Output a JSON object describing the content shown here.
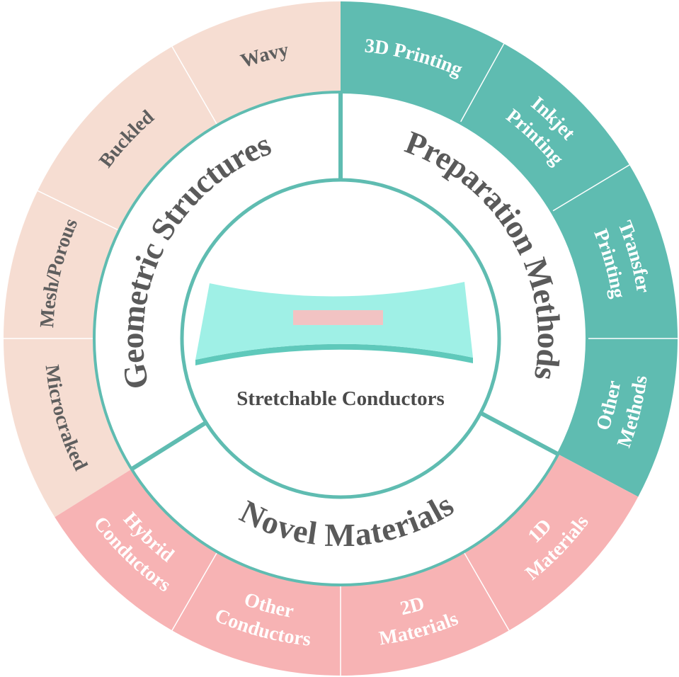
{
  "center": {
    "title": "Stretchable Conductors"
  },
  "sectors": [
    {
      "id": "geometric",
      "title": "Geometric Structures",
      "color": "#f6ddd2",
      "text_color": "#5e5e5e",
      "items": [
        {
          "lines": [
            "Microcraked"
          ]
        },
        {
          "lines": [
            "Mesh/Porous"
          ]
        },
        {
          "lines": [
            "Buckled"
          ]
        },
        {
          "lines": [
            "Wavy"
          ]
        }
      ]
    },
    {
      "id": "preparation",
      "title": "Preparation Methods",
      "color": "#5fbcb1",
      "text_color": "#ffffff",
      "items": [
        {
          "lines": [
            "3D Printing"
          ]
        },
        {
          "lines": [
            "Inkjet",
            "Printing"
          ]
        },
        {
          "lines": [
            "Transfer",
            "Printing"
          ]
        },
        {
          "lines": [
            "Other",
            "Methods"
          ]
        }
      ]
    },
    {
      "id": "materials",
      "title": "Novel Materials",
      "color": "#f7b3b4",
      "text_color": "#ffffff",
      "items": [
        {
          "lines": [
            "1D",
            "Materials"
          ]
        },
        {
          "lines": [
            "2D",
            "Materials"
          ]
        },
        {
          "lines": [
            "Other",
            "Conductors"
          ]
        },
        {
          "lines": [
            "Hybrid",
            "Conductors"
          ]
        }
      ]
    }
  ],
  "colors": {
    "ring_line": "#5fbcb1",
    "title_text": "#5a5a5a",
    "strip": "#9ff0e6",
    "strip_edge": "#5fc9bb",
    "patch": "#f2c3c3"
  }
}
